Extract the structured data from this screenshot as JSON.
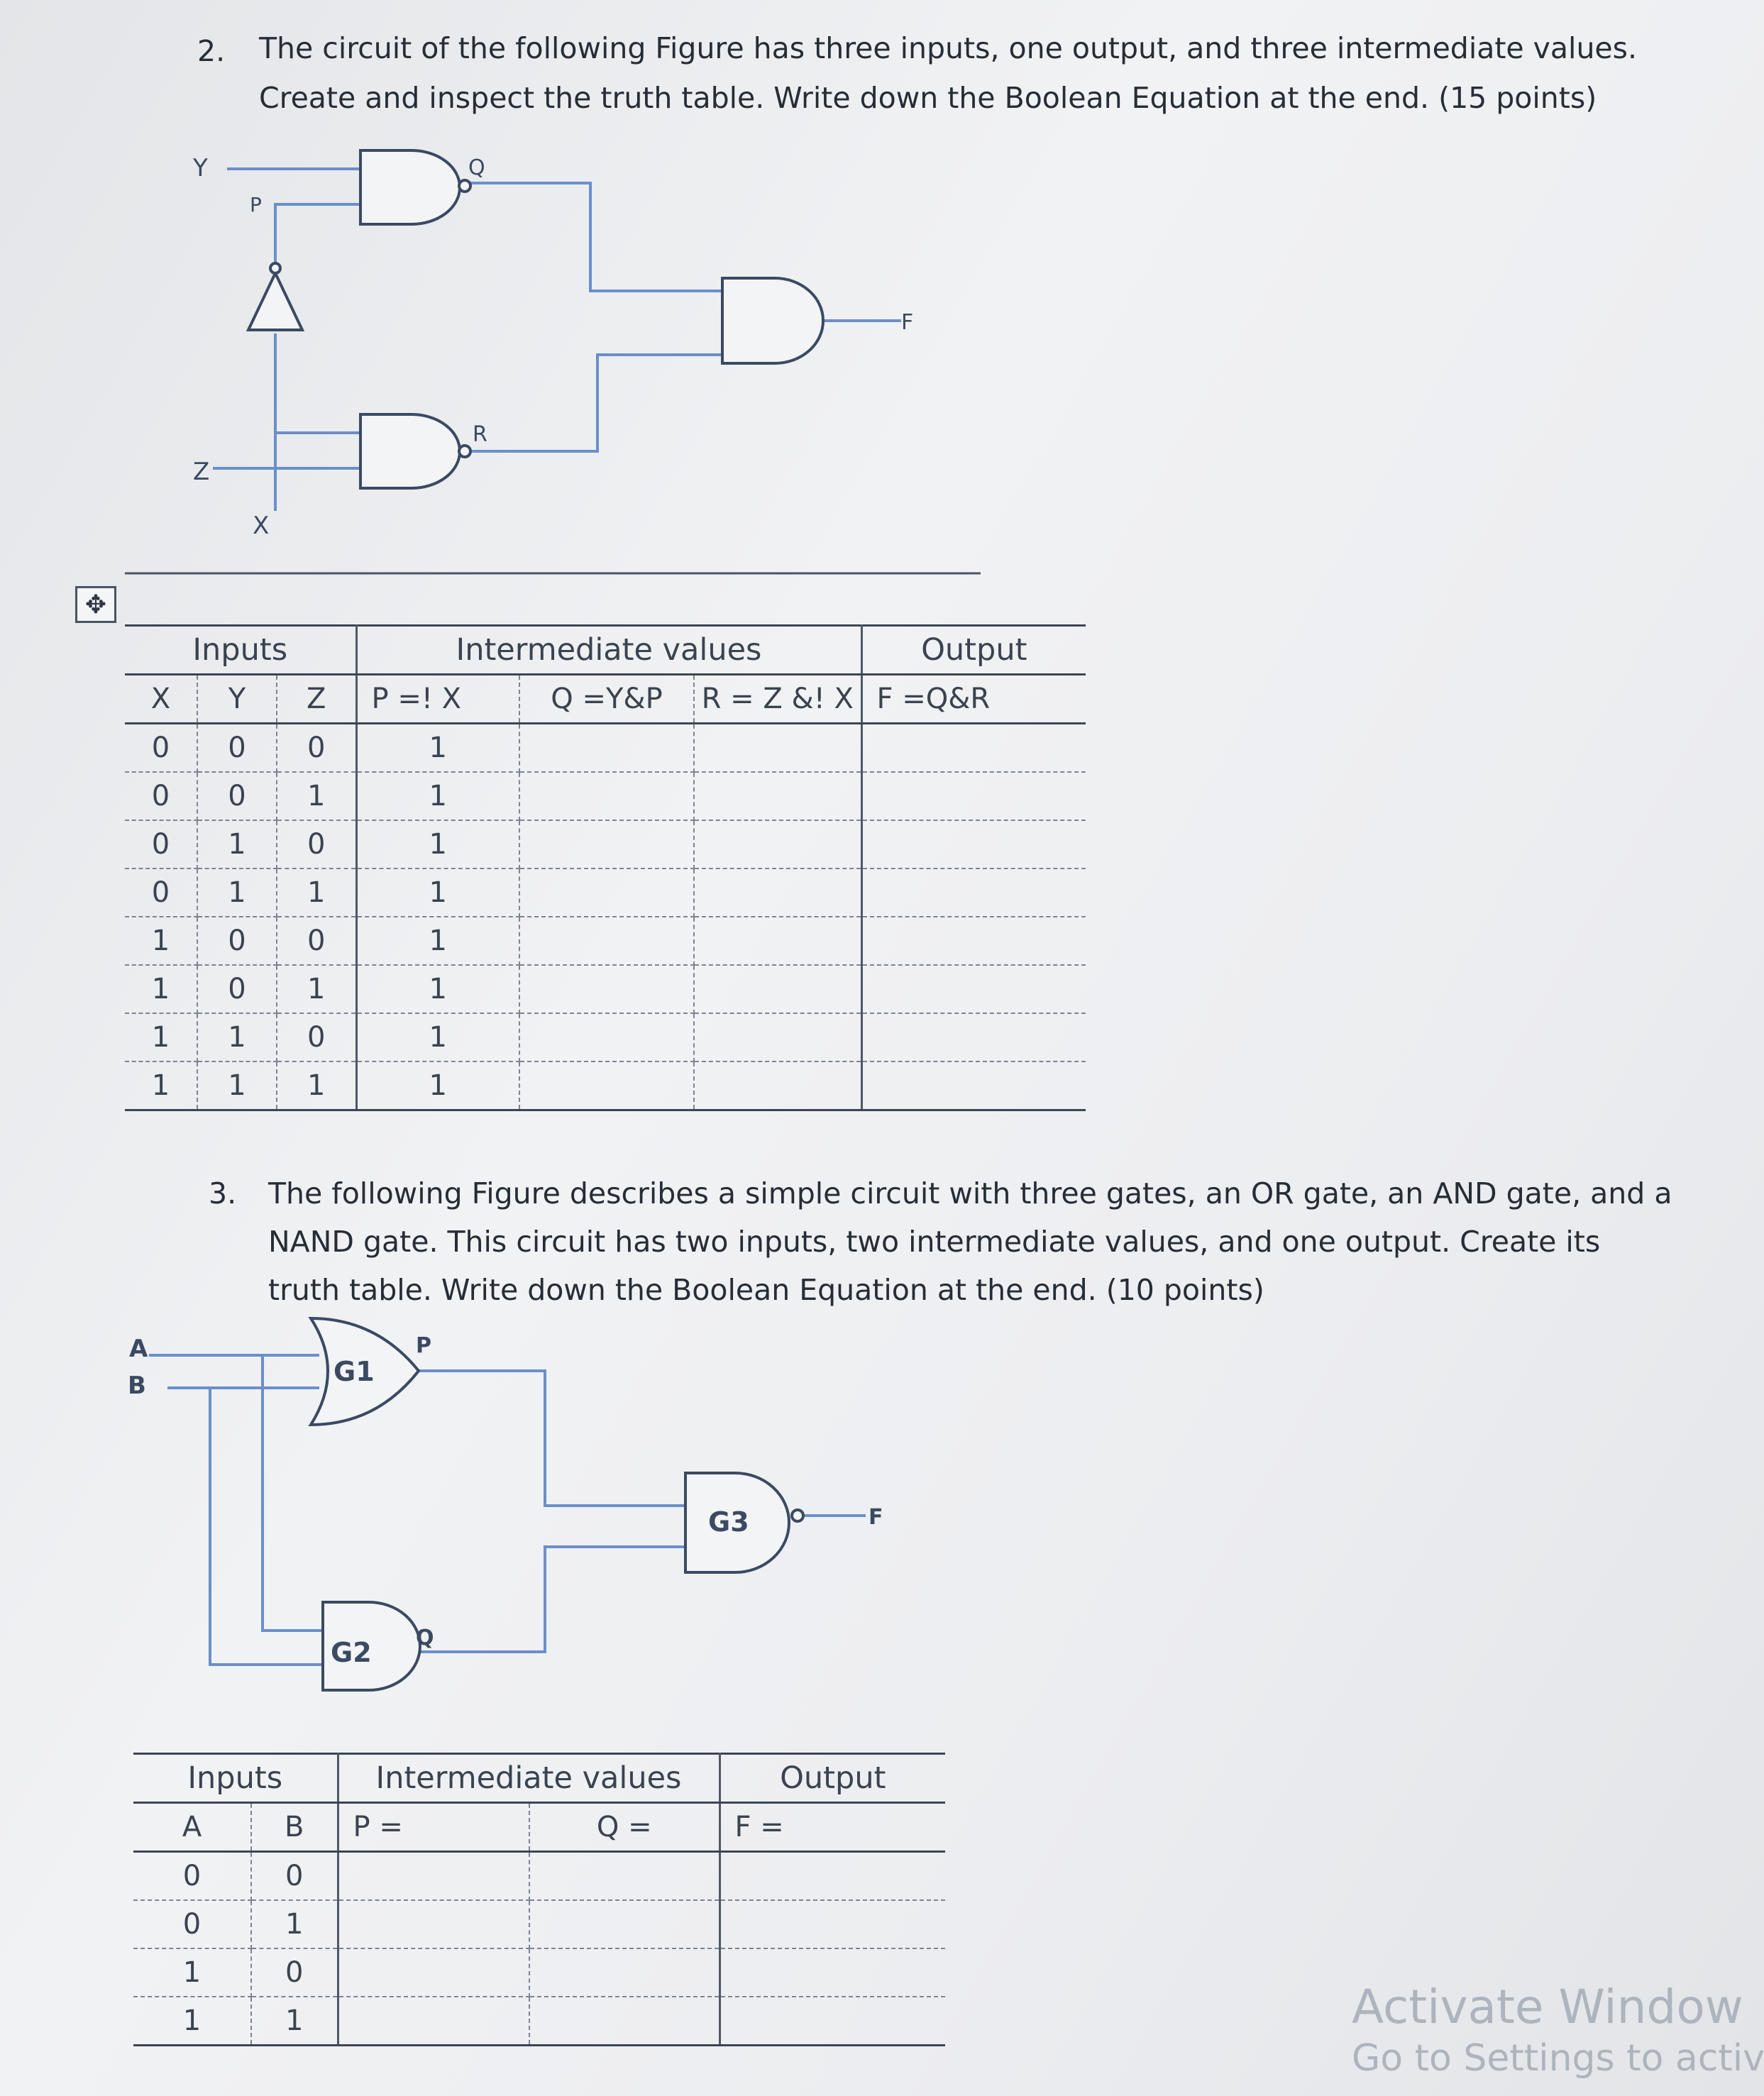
{
  "q2": {
    "number": "2.",
    "line1": "The circuit of the following Figure has three inputs, one output, and three intermediate values.",
    "line2": "Create and inspect the truth table. Write down the Boolean Equation at the end. (15 points)"
  },
  "circuit1": {
    "labels": {
      "y": "Y",
      "p": "P",
      "q": "Q",
      "z": "Z",
      "x": "X",
      "r": "R",
      "f": "F"
    }
  },
  "table1": {
    "group_headers": {
      "inputs": "Inputs",
      "intermediate": "Intermediate values",
      "output": "Output"
    },
    "columns": [
      "X",
      "Y",
      "Z",
      "P =! X",
      "Q =Y&P",
      "R = Z &! X",
      "F =Q&R"
    ],
    "rows": [
      [
        "0",
        "0",
        "0",
        "1",
        "",
        "",
        ""
      ],
      [
        "0",
        "0",
        "1",
        "1",
        "",
        "",
        ""
      ],
      [
        "0",
        "1",
        "0",
        "1",
        "",
        "",
        ""
      ],
      [
        "0",
        "1",
        "1",
        "1",
        "",
        "",
        ""
      ],
      [
        "1",
        "0",
        "0",
        "1",
        "",
        "",
        ""
      ],
      [
        "1",
        "0",
        "1",
        "1",
        "",
        "",
        ""
      ],
      [
        "1",
        "1",
        "0",
        "1",
        "",
        "",
        ""
      ],
      [
        "1",
        "1",
        "1",
        "1",
        "",
        "",
        ""
      ]
    ]
  },
  "q3": {
    "number": "3.",
    "line1": "The following Figure describes a simple circuit with three gates, an OR gate, an AND gate, and a",
    "line2": "NAND gate. This circuit has two inputs, two intermediate values, and one output. Create its",
    "line3": "truth table. Write down the Boolean Equation at the end. (10 points)"
  },
  "circuit2": {
    "labels": {
      "a": "A",
      "b": "B",
      "g1": "G1",
      "p": "P",
      "g2": "G2",
      "q": "Q",
      "g3": "G3",
      "f": "F"
    }
  },
  "table2": {
    "group_headers": {
      "inputs": "Inputs",
      "intermediate": "Intermediate values",
      "output": "Output"
    },
    "columns": [
      "A",
      "B",
      "P =",
      "Q =",
      "F ="
    ],
    "rows": [
      [
        "0",
        "0",
        "",
        "",
        ""
      ],
      [
        "0",
        "1",
        "",
        "",
        ""
      ],
      [
        "1",
        "0",
        "",
        "",
        ""
      ],
      [
        "1",
        "1",
        "",
        "",
        ""
      ]
    ]
  },
  "icons": {
    "move_handle": "move-handle-icon"
  },
  "watermark": {
    "title": "Activate Window",
    "subtitle": "Go to Settings to activa"
  },
  "colors": {
    "wire": "#6b8fc9",
    "gate": "#3b4a63",
    "text": "#262d36"
  }
}
